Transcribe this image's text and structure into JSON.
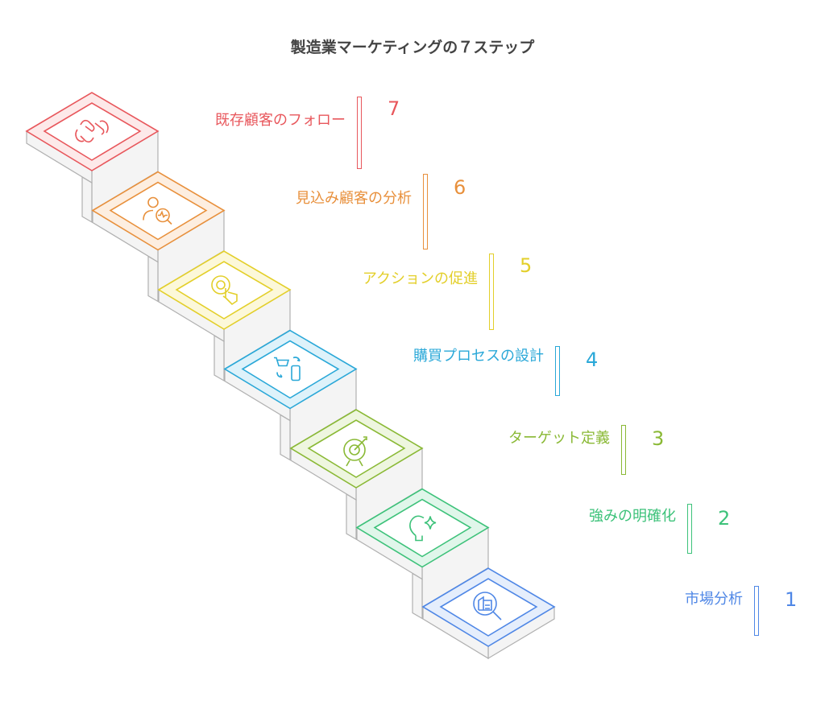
{
  "title": "製造業マーケティングの７ステップ",
  "steps": [
    {
      "number": "7",
      "label": "既存顧客のフォロー",
      "icon": "handshake-icon",
      "color": "#e8575c",
      "tint": "#fde9e9"
    },
    {
      "number": "6",
      "label": "見込み顧客の分析",
      "icon": "user-analysis-icon",
      "color": "#e8903c",
      "tint": "#fdeee0"
    },
    {
      "number": "5",
      "label": "アクションの促進",
      "icon": "click-hand-icon",
      "color": "#e3cf2a",
      "tint": "#fcf8d9"
    },
    {
      "number": "4",
      "label": "購買プロセスの設計",
      "icon": "cart-mobile-icon",
      "color": "#2aa8d8",
      "tint": "#def2fa"
    },
    {
      "number": "3",
      "label": "ターゲット定義",
      "icon": "target-icon",
      "color": "#8ab935",
      "tint": "#eef6df"
    },
    {
      "number": "2",
      "label": "強みの明確化",
      "icon": "lightbulb-icon",
      "color": "#3dc27a",
      "tint": "#e0f6ea"
    },
    {
      "number": "1",
      "label": "市場分析",
      "icon": "market-search-icon",
      "color": "#4f87e6",
      "tint": "#e5eefc"
    }
  ]
}
